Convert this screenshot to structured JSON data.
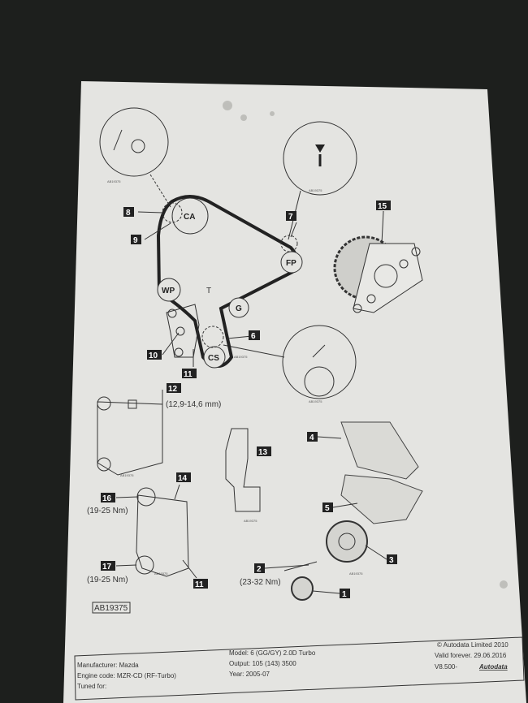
{
  "diagram": {
    "pulleys": {
      "ca": "CA",
      "fp": "FP",
      "wp": "WP",
      "g": "G",
      "cs": "CS",
      "t": "T"
    },
    "callouts": [
      "1",
      "2",
      "3",
      "4",
      "5",
      "6",
      "7",
      "8",
      "9",
      "10",
      "11",
      "12",
      "13",
      "14",
      "16",
      "17",
      "15"
    ],
    "measurement": "(12,9-14,6 mm)",
    "torque_16": "(19-25 Nm)",
    "torque_17": "(19-25 Nm)",
    "torque_2": "(23-32 Nm)",
    "figure_ref": "AB19375",
    "small_ref": "AB19375"
  },
  "footer": {
    "manufacturer": "Manufacturer: Mazda",
    "engine_code": "Engine code: MZR-CD (RF-Turbo)",
    "tuned_for": "Tuned for:",
    "model": "Model: 6 (GG/GY) 2.0D Turbo",
    "output": "Output: 105 (143) 3500",
    "year": "Year: 2005-07",
    "copyright": "© Autodata Limited 2010",
    "valid": "Valid forever.  29.06.2016",
    "version": "V8.500-",
    "brand": "Autodata"
  }
}
